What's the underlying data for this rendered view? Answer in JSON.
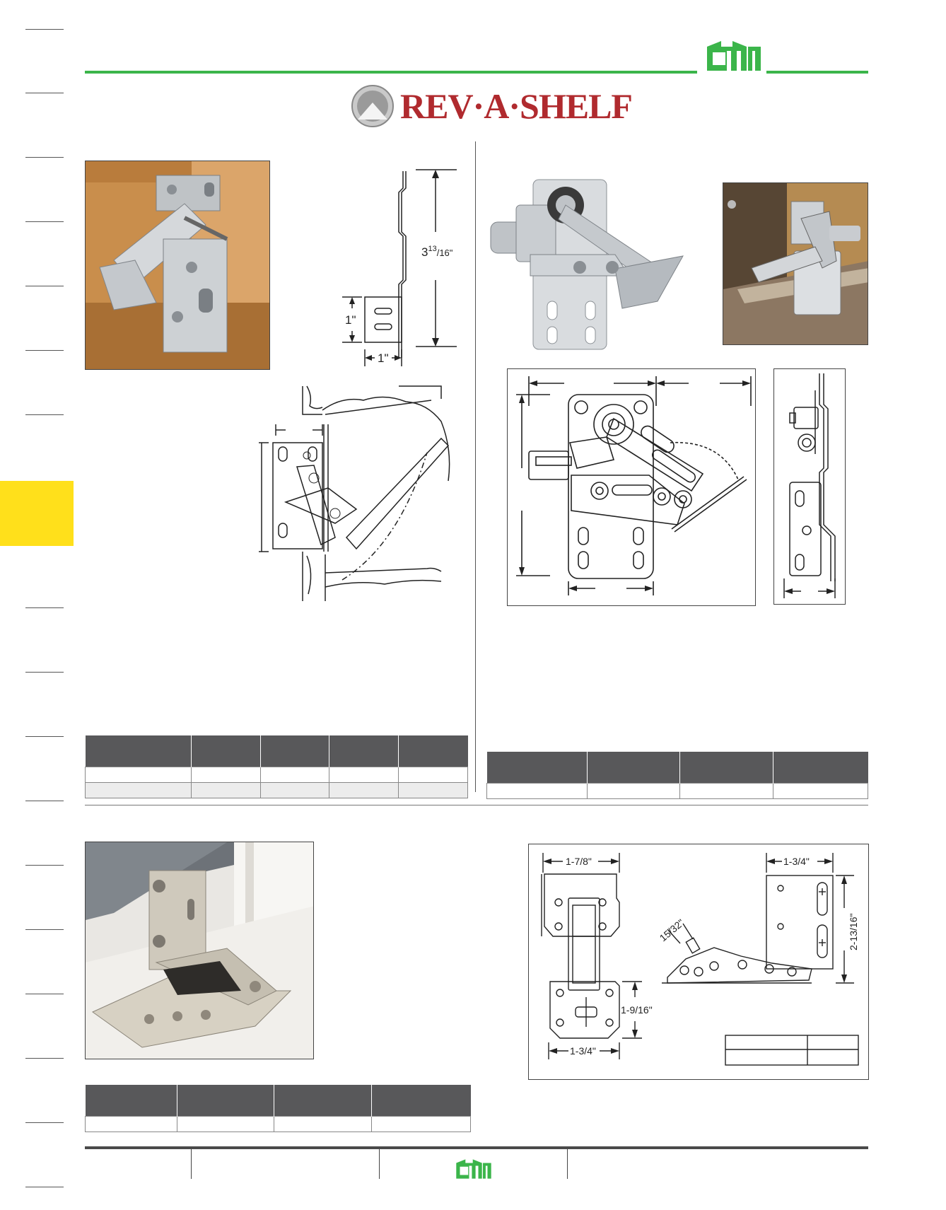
{
  "brand": {
    "name": "REV·A·SHELF",
    "accent_color": "#3bb54a",
    "brand_color": "#b02a2e",
    "tab_color": "#ffe01b",
    "cm_logo_icon": "cm-logo-icon"
  },
  "tilt_hinge": {
    "height_dim": "3",
    "height_dim_sup": "13",
    "height_dim_rest": "/16\"",
    "width_dim": "1\"",
    "depth_dim": "1\""
  },
  "hinge_large": {
    "dim_w1": "1-7/8\"",
    "dim_w2": "1-3/4\"",
    "dim_h1": "1-9/16\"",
    "dim_w3": "1-3/4\"",
    "dim_h2": "2-13/16\"",
    "dim_angle": "15/32\""
  }
}
